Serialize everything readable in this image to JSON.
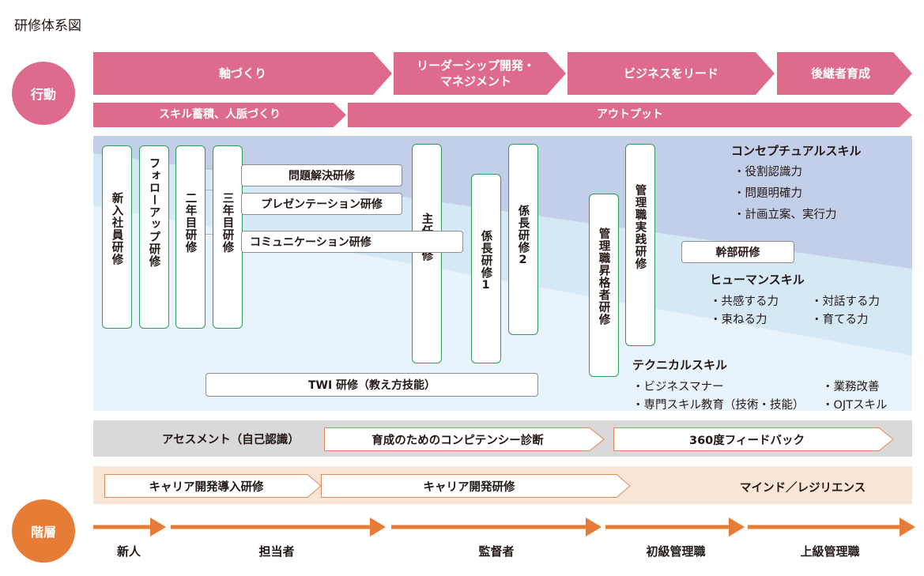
{
  "page_title": "研修体系図",
  "colors": {
    "pink": "#df6b8c",
    "orange": "#e67c35",
    "green": "#2e9b5a",
    "grey": "#d9d9d9",
    "peach": "#fae6d6"
  },
  "labels": {
    "action": "行動",
    "level": "階層"
  },
  "action_arrows": [
    "軸づくり",
    "リーダーシップ開発・",
    "マネジメント",
    "ビジネスをリード",
    "後継者育成"
  ],
  "skill_arrows": [
    "スキル蓄積、人脈づくり",
    "アウトプット"
  ],
  "vertical_trainings": [
    "新入社員研修",
    "フォローアップ研修",
    "二年目研修",
    "三年目研修",
    "主任研修",
    "係長研修1",
    "係長研修2",
    "管理職昇格者研修",
    "管理職実践研修"
  ],
  "horizontal_trainings": [
    "問題解決研修",
    "プレゼンテーション研修",
    "コミュニケーション研修",
    "TWI 研修（教え方技能）",
    "幹部研修"
  ],
  "conceptual": {
    "title": "コンセプチュアルスキル",
    "items": [
      "・役割認識力",
      "・問題明確力",
      "・計画立案、実行力"
    ]
  },
  "human": {
    "title": "ヒューマンスキル",
    "items": [
      "・共感する力",
      "・対話する力",
      "・束ねる力",
      "・育てる力"
    ]
  },
  "technical": {
    "title": "テクニカルスキル",
    "items": [
      "・ビジネスマナー",
      "・業務改善",
      "・専門スキル教育（技術・技能）",
      "・OJTスキル"
    ]
  },
  "assessment": {
    "label": "アセスメント（自己認識）",
    "arrows": [
      "育成のためのコンピテンシー診断",
      "360度フィードバック"
    ]
  },
  "career": {
    "arrows": [
      "キャリア開発導入研修",
      "キャリア開発研修"
    ],
    "label": "マインド／レジリエンス"
  },
  "levels": [
    "新人",
    "担当者",
    "監督者",
    "初級管理職",
    "上級管理職"
  ]
}
